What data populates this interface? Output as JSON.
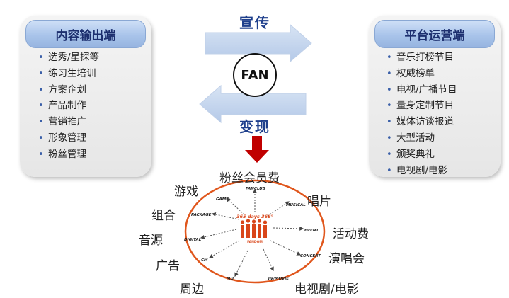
{
  "left_panel": {
    "title": "内容输出端",
    "items": [
      "选秀/星探等",
      "练习生培训",
      "方案企划",
      "产品制作",
      "营销推广",
      "形象管理",
      "粉丝管理"
    ]
  },
  "right_panel": {
    "title": "平台运营端",
    "items": [
      "音乐打榜节目",
      "权威榜单",
      "电视/广播节目",
      "量身定制节目",
      "媒体访谈报道",
      "大型活动",
      "颁奖典礼",
      "电视剧/电影"
    ]
  },
  "flow": {
    "top_label": "宣传",
    "bottom_label": "变现",
    "center_label": "FAN"
  },
  "wheel": {
    "center_text": [
      "365 days 366°",
      "FANDOM"
    ],
    "inner_labels": [
      "FANCLUB",
      "MUSICAL",
      "EVENT",
      "CONCERT",
      "TV/MOVIE",
      "MD",
      "CM",
      "DIGITAL",
      "PACKAGE",
      "GAME"
    ],
    "outer_labels": [
      "粉丝会员费",
      "唱片",
      "活动费",
      "演唱会",
      "电视剧/电影",
      "周边",
      "广告",
      "音源",
      "组合",
      "游戏"
    ]
  },
  "colors": {
    "arrow_fill": "#c5d6ee",
    "down_arrow": "#c00000",
    "ring": "#e0561c",
    "header_text": "#1d2f6f"
  }
}
